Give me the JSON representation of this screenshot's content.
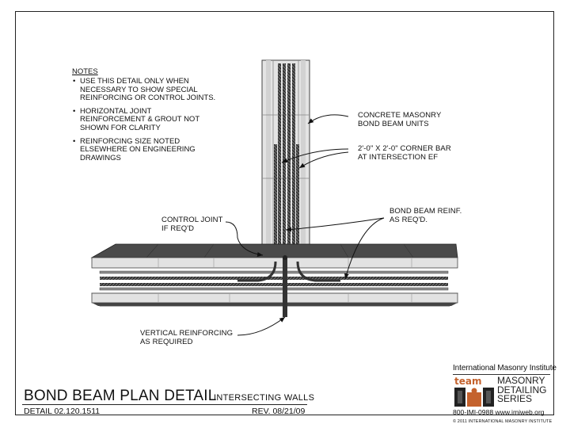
{
  "notes": {
    "heading": "NOTES",
    "items": [
      "USE THIS DETAIL ONLY WHEN NECESSARY TO SHOW SPECIAL REINFORCING OR CONTROL JOINTS.",
      "HORIZONTAL JOINT REINFORCEMENT & GROUT NOT SHOWN FOR CLARITY",
      "REINFORCING SIZE NOTED ELSEWHERE ON ENGINEERING DRAWINGS"
    ]
  },
  "callouts": {
    "cmu": "CONCRETE MASONRY\nBOND BEAM UNITS",
    "corner_bar": "2'-0\" x 2'-0\" CORNER BAR\nAT INTERSECTION EF",
    "control_joint": "CONTROL JOINT\nIF REQ'D",
    "bond_beam": "BOND BEAM REINF.\nAS REQ'D.",
    "vertical": "VERTICAL REINFORCING\nAS REQUIRED"
  },
  "title_block": {
    "title": "BOND BEAM PLAN DETAIL",
    "subtitle": "INTERSECTING WALLS",
    "detail_number": "DETAIL 02.120.1511",
    "revision": "REV. 08/21/09"
  },
  "imi": {
    "name": "International Masonry Institute",
    "team": "team",
    "series_line1": "MASONRY",
    "series_line2": "DETAILING",
    "series_line3": "SERIES",
    "contact": "800-IMI-0988  www.imiweb.org",
    "copyright": "© 2011 INTERNATIONAL MASONRY INSTITUTE",
    "accent_color": "#c4622d"
  }
}
